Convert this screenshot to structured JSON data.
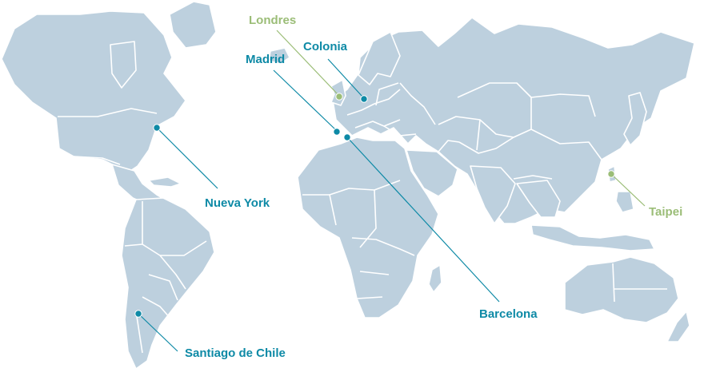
{
  "colors": {
    "land": "#bdd0de",
    "border": "#ffffff",
    "primary": "#0e8aa6",
    "secondary": "#9bbd77"
  },
  "cities": [
    {
      "id": "londres",
      "name": "Londres",
      "tone": "secondary"
    },
    {
      "id": "colonia",
      "name": "Colonia",
      "tone": "primary"
    },
    {
      "id": "madrid",
      "name": "Madrid",
      "tone": "primary"
    },
    {
      "id": "barcelona",
      "name": "Barcelona",
      "tone": "primary"
    },
    {
      "id": "nueva-york",
      "name": "Nueva York",
      "tone": "primary"
    },
    {
      "id": "santiago",
      "name": "Santiago de Chile",
      "tone": "primary"
    },
    {
      "id": "taipei",
      "name": "Taipei",
      "tone": "secondary"
    }
  ]
}
